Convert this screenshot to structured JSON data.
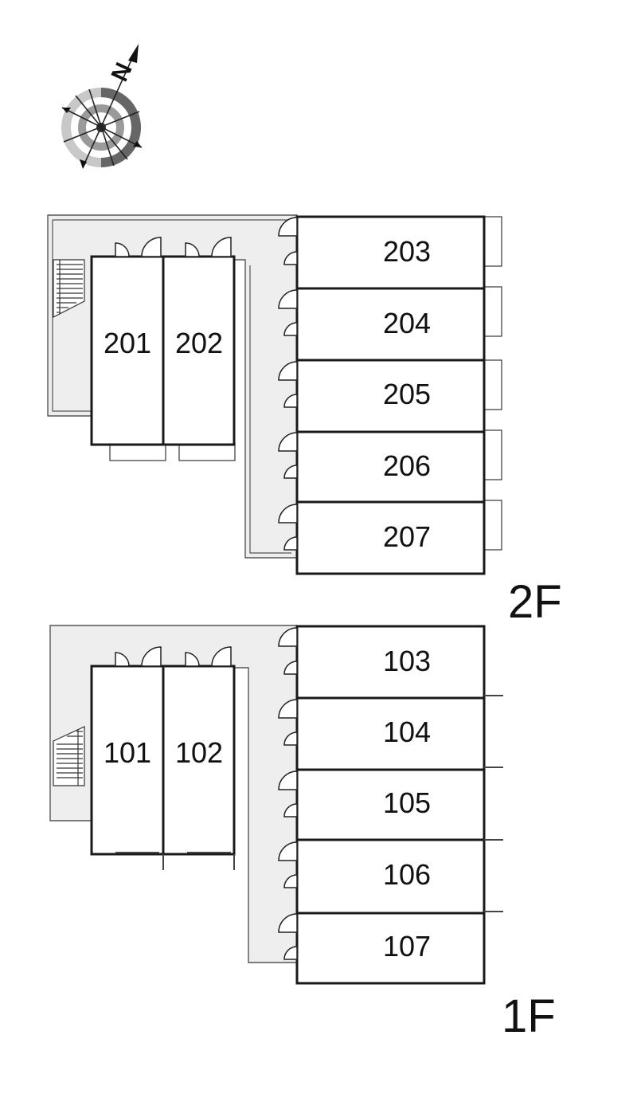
{
  "compass": {
    "north_label": "N"
  },
  "floors": [
    {
      "label": "2F",
      "rooms": [
        "201",
        "202",
        "203",
        "204",
        "205",
        "206",
        "207"
      ]
    },
    {
      "label": "1F",
      "rooms": [
        "101",
        "102",
        "103",
        "104",
        "105",
        "106",
        "107"
      ]
    }
  ],
  "colors": {
    "corridor": "#eeeeee",
    "wall": "#1a1a1a",
    "text": "#111111"
  }
}
